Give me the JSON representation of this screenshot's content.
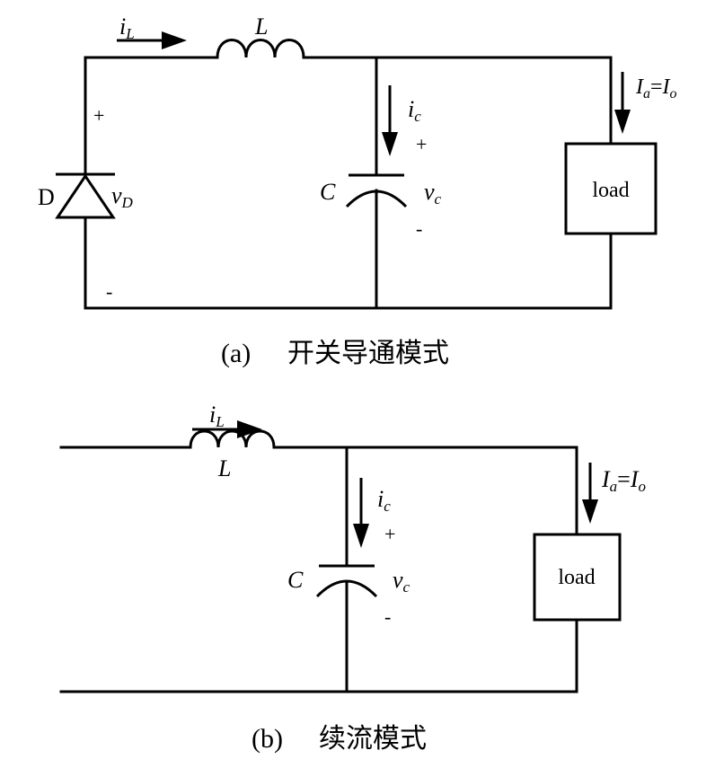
{
  "diagram_a": {
    "caption_tag": "(a)",
    "caption_text": "开关导通模式",
    "current_L": {
      "sym": "i",
      "sub": "L"
    },
    "inductor": "L",
    "capacitor": "C",
    "current_c": {
      "sym": "i",
      "sub": "c"
    },
    "voltage_c": {
      "sym": "v",
      "sub": "c"
    },
    "current_load": {
      "I1": "I",
      "s1": "a",
      "eq": "=",
      "I2": "I",
      "s2": "o"
    },
    "load": "load",
    "diode": "D",
    "voltage_D": {
      "sym": "v",
      "sub": "D"
    },
    "plus": "+",
    "minus": "-"
  },
  "diagram_b": {
    "caption_tag": "(b)",
    "caption_text": "续流模式",
    "current_L": {
      "sym": "i",
      "sub": "L"
    },
    "inductor": "L",
    "capacitor": "C",
    "current_c": {
      "sym": "i",
      "sub": "c"
    },
    "voltage_c": {
      "sym": "v",
      "sub": "c"
    },
    "current_load": {
      "I1": "I",
      "s1": "a",
      "eq": "=",
      "I2": "I",
      "s2": "o"
    },
    "load": "load",
    "plus": "+",
    "minus": "-"
  }
}
